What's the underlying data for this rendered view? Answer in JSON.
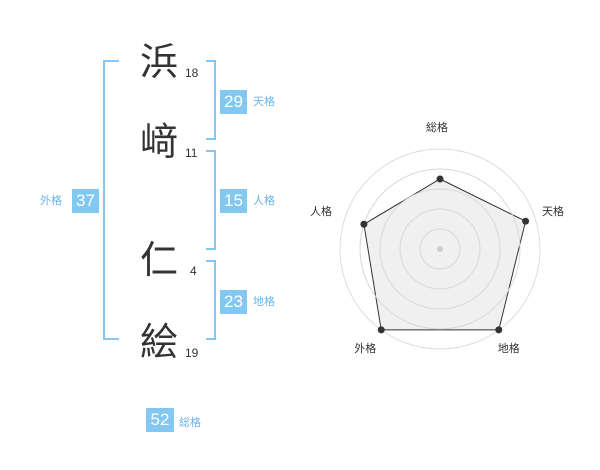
{
  "colors": {
    "accent": "#82c8f0",
    "label_text": "#6ab4e8",
    "kanji_text": "#333333"
  },
  "name": {
    "chars": [
      {
        "char": "浜",
        "strokes": "18"
      },
      {
        "char": "﨑",
        "strokes": "11"
      },
      {
        "char": "仁",
        "strokes": "4"
      },
      {
        "char": "絵",
        "strokes": "19"
      }
    ]
  },
  "fortunes": {
    "ten": {
      "value": "29",
      "label": "天格"
    },
    "jin": {
      "value": "15",
      "label": "人格"
    },
    "chi": {
      "value": "23",
      "label": "地格"
    },
    "gai": {
      "value": "37",
      "label": "外格"
    },
    "sou": {
      "value": "52",
      "label": "総格"
    }
  },
  "chart_data": {
    "type": "radar",
    "axes": [
      "総格",
      "天格",
      "地格",
      "外格",
      "人格"
    ],
    "levels": 5,
    "range": [
      0,
      5
    ],
    "values": [
      3.5,
      4.5,
      5,
      5,
      4
    ],
    "grid": true,
    "fill_color": "#f0f0f0",
    "line_color": "#333333"
  }
}
